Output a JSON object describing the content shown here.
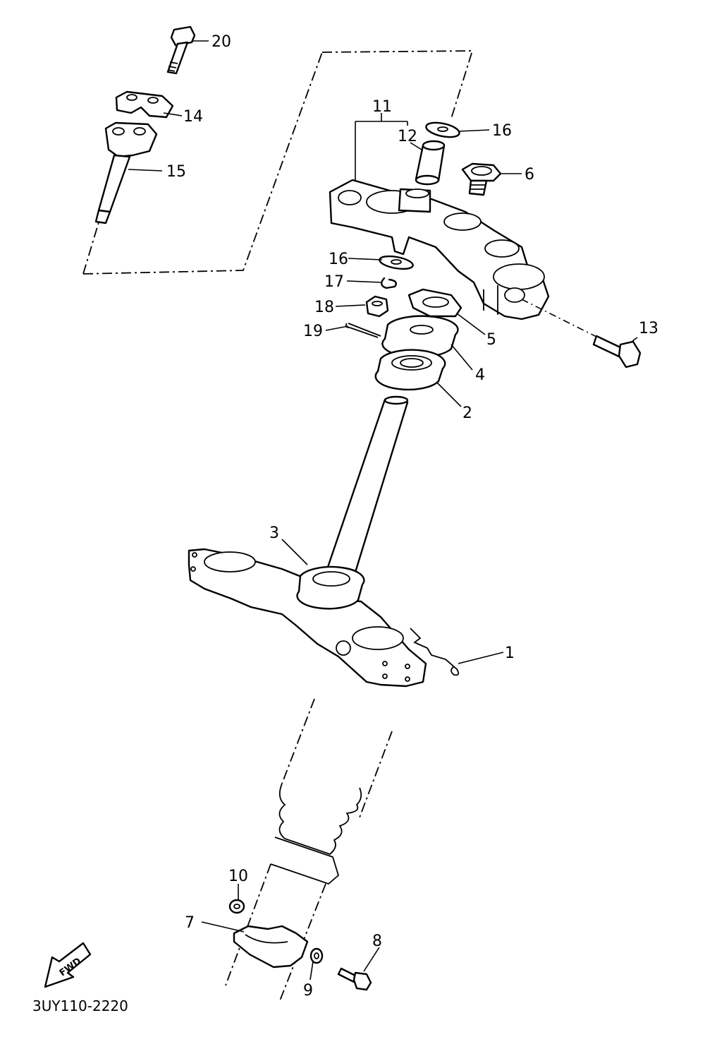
{
  "diagram_code": "3UY110-2220",
  "fwd_label": "FWD",
  "callouts": {
    "p1": "1",
    "p2": "2",
    "p3": "3",
    "p4": "4",
    "p5": "5",
    "p6": "6",
    "p7": "7",
    "p8": "8",
    "p9": "9",
    "p10": "10",
    "p11": "11",
    "p12": "12",
    "p13": "13",
    "p14": "14",
    "p15": "15",
    "p16a": "16",
    "p16b": "16",
    "p17": "17",
    "p18": "18",
    "p19": "19",
    "p20": "20"
  }
}
